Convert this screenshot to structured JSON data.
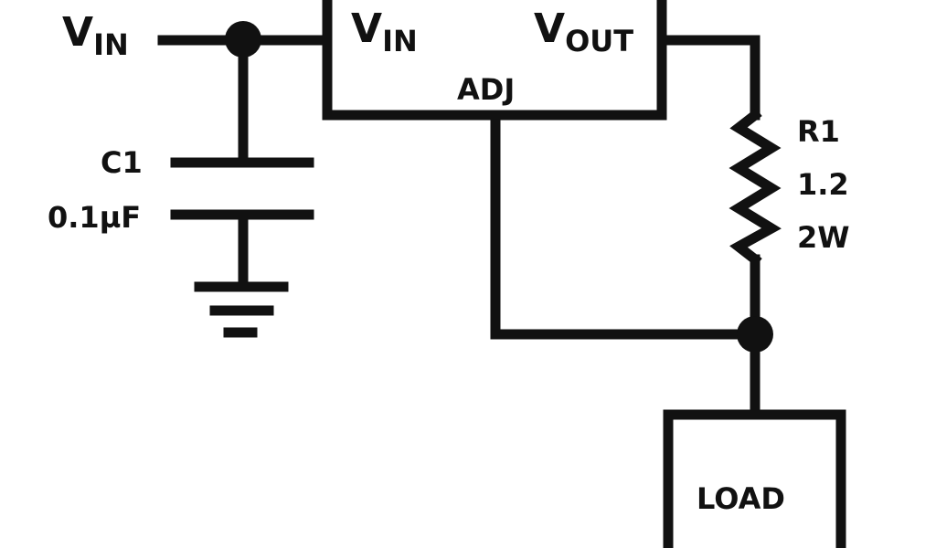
{
  "labels": {
    "vin_input_main": "V",
    "vin_input_sub": "IN",
    "reg_vin_main": "V",
    "reg_vin_sub": "IN",
    "reg_vout_main": "V",
    "reg_vout_sub": "OUT",
    "adj": "ADJ",
    "c1_name": "C1",
    "c1_value": "0.1µF",
    "r1_name": "R1",
    "r1_value": "1.2",
    "r1_power": "2W",
    "load": "LOAD"
  },
  "colors": {
    "ink": "#111111",
    "background": "#ffffff"
  }
}
